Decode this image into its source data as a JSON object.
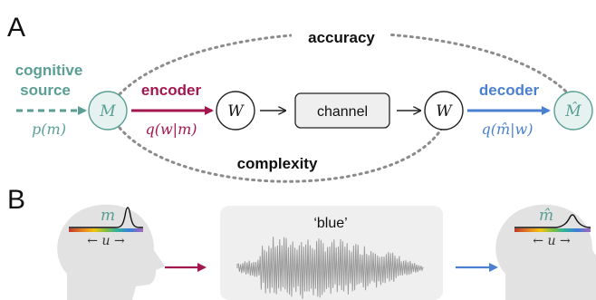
{
  "panel_a": {
    "label": "A",
    "accuracy": "accuracy",
    "complexity": "complexity",
    "source_line1": "cognitive",
    "source_line2": "source",
    "source_dist": "p(m)",
    "node_m": "M",
    "encoder": "encoder",
    "encoder_dist": "q(w|m)",
    "node_w1": "W",
    "channel": "channel",
    "node_w2": "W",
    "decoder": "decoder",
    "decoder_dist": "q(m̂|w)",
    "node_mhat": "M̂"
  },
  "panel_b": {
    "label": "B",
    "left_var": "m",
    "left_axis": "← u →",
    "word": "‘blue’",
    "right_var": "m̂",
    "right_axis": "← u →"
  },
  "colors": {
    "teal": "#5a9e94",
    "teal_dark": "#3f7f76",
    "crimson": "#a3174f",
    "blue": "#4a80cf",
    "gray_dots": "#8c8c8c",
    "head": "#e2e2e2",
    "box": "#efefef"
  }
}
